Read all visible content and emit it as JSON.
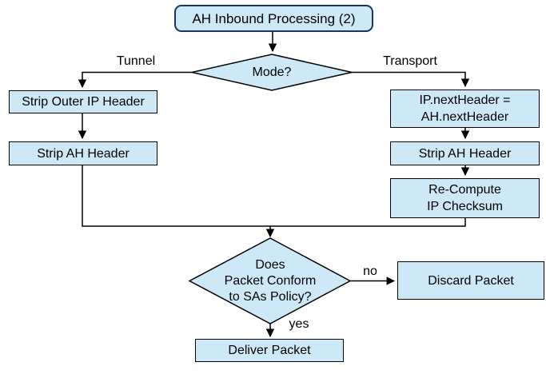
{
  "diagram": {
    "colors": {
      "node_fill": "#cde9f8",
      "node_border": "#000000",
      "start_border": "#17375d",
      "line_color": "#000000",
      "text_color": "#000000",
      "background": "#ffffff"
    },
    "nodes": {
      "start": "AH Inbound Processing (2)",
      "mode_decision": "Mode?",
      "strip_outer_ip": "Strip Outer IP Header",
      "strip_ah_left": "Strip AH Header",
      "set_next_header": "IP.nextHeader =\nAH.nextHeader",
      "strip_ah_right": "Strip AH Header",
      "recompute_checksum": "Re-Compute\nIP Checksum",
      "policy_decision": "Does\nPacket Conform\nto SAs Policy?",
      "discard_packet": "Discard Packet",
      "deliver_packet": "Deliver Packet"
    },
    "edge_labels": {
      "tunnel": "Tunnel",
      "transport": "Transport",
      "no": "no",
      "yes": "yes"
    }
  }
}
